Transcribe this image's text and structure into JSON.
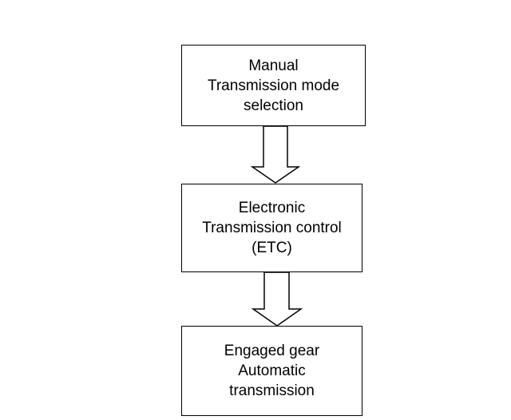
{
  "diagram": {
    "type": "flowchart",
    "boxes": [
      {
        "lines": [
          "Manual",
          "Transmission mode",
          "selection"
        ]
      },
      {
        "lines": [
          "Electronic",
          "Transmission control",
          "(ETC)"
        ]
      },
      {
        "lines": [
          "Engaged gear",
          "Automatic",
          "transmission"
        ]
      }
    ],
    "colors": {
      "stroke": "#000000",
      "fill": "#ffffff",
      "text": "#000000"
    }
  }
}
